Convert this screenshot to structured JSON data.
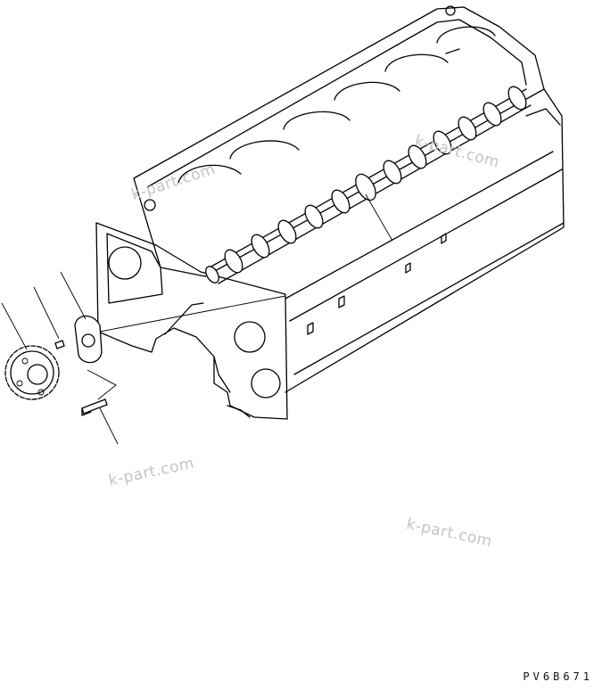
{
  "watermarks": [
    "k-part.com",
    "k-part.com",
    "k-part.com",
    "k-part.com"
  ],
  "drawing_code": "PV6B671"
}
